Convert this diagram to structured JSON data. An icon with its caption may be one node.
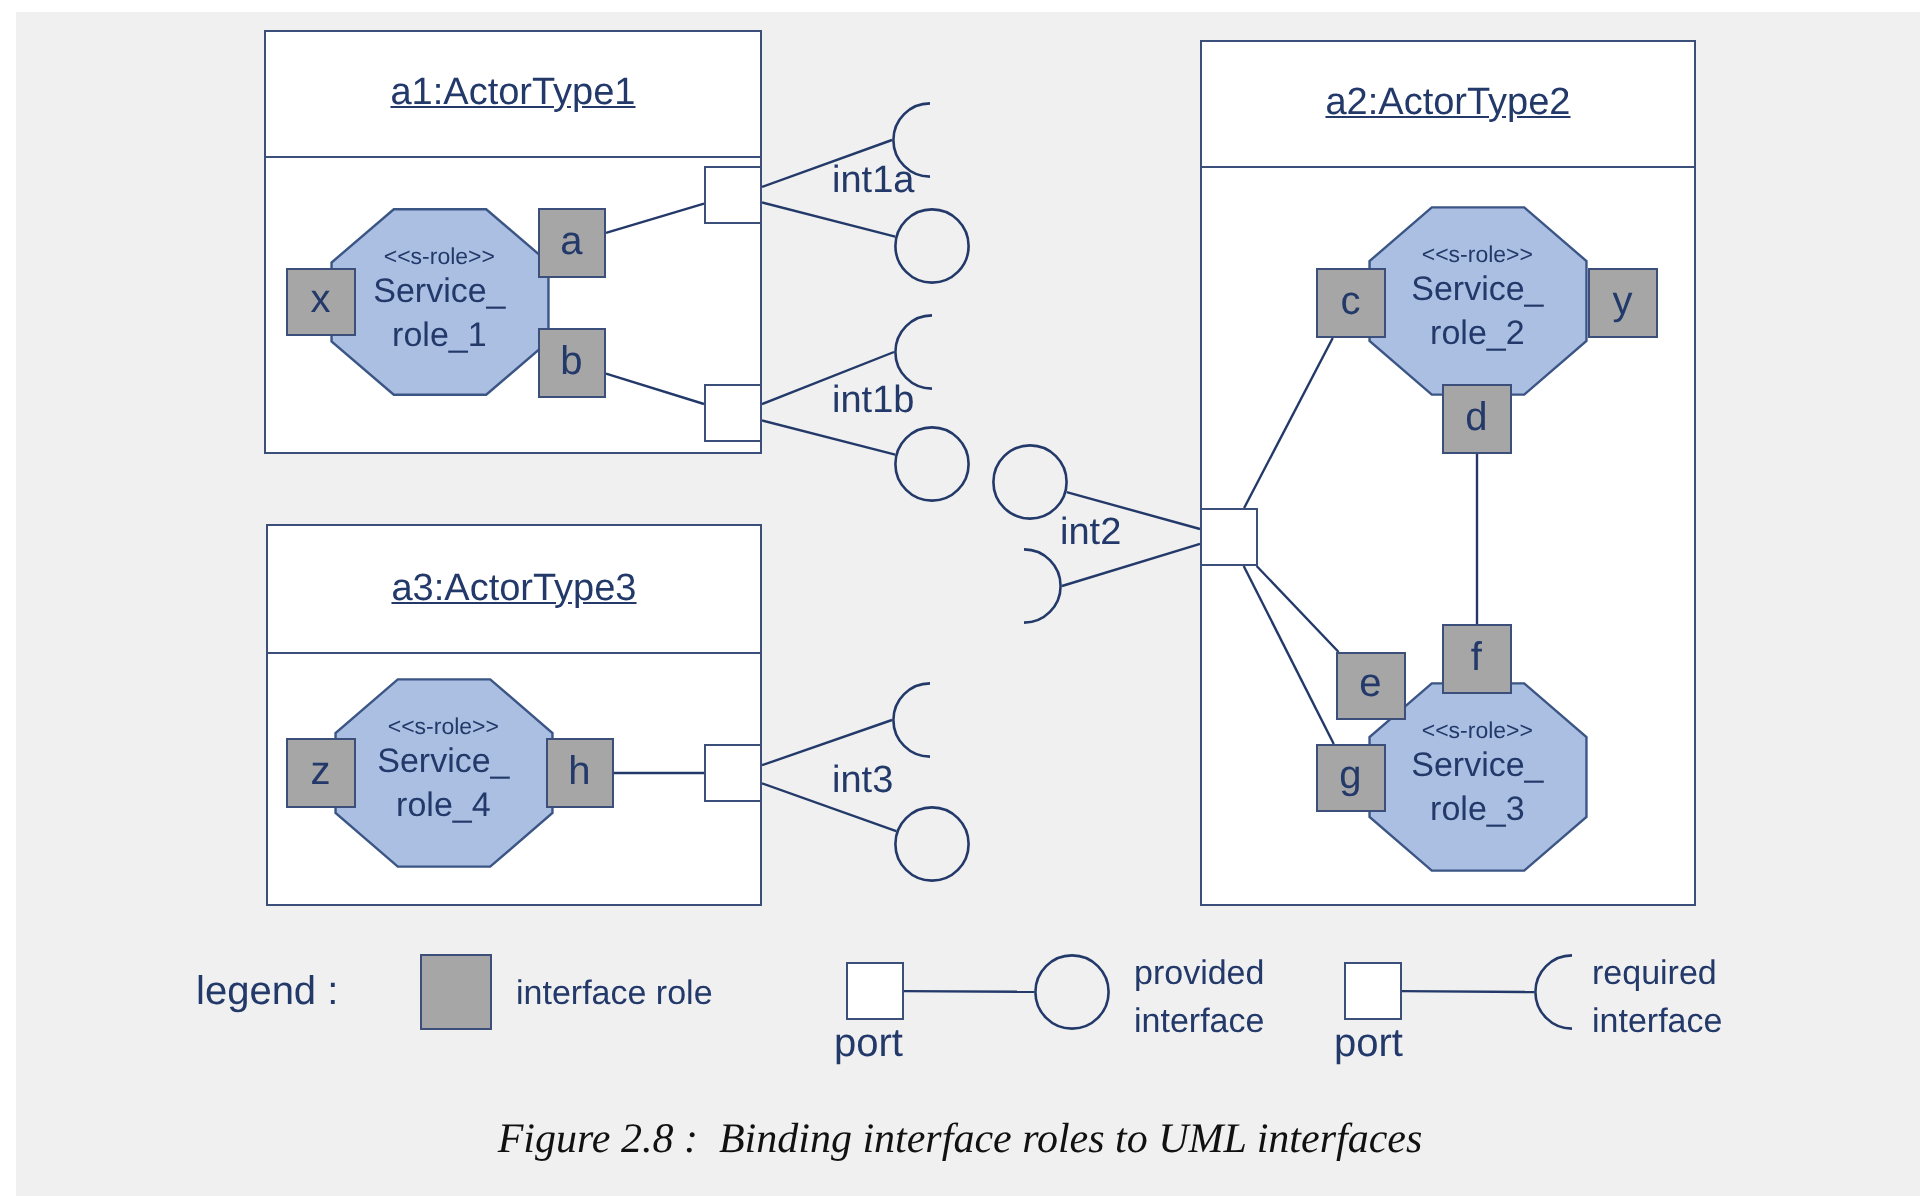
{
  "diagram": {
    "caption": "Figure 2.8 :  Binding interface roles to UML interfaces",
    "nodes": [
      {
        "text": [
          "a1:ActorType1"
        ]
      },
      {
        "text": [
          "<<s-role>>",
          "Service_ role_1"
        ],
        "in": 0
      },
      {
        "text": [
          "x"
        ],
        "in": 0
      },
      {
        "text": [
          "a"
        ],
        "in": 0
      },
      {
        "text": [
          "b"
        ],
        "in": 0
      },
      {
        "text": [],
        "shape": "box",
        "in": 0
      },
      {
        "text": [],
        "shape": "box",
        "in": 0
      },
      {
        "text": [],
        "shape": "arc"
      },
      {
        "text": [],
        "shape": "circle"
      },
      {
        "text": [],
        "shape": "arc"
      },
      {
        "text": [],
        "shape": "circle"
      },
      {
        "text": [
          "a3:ActorType3"
        ]
      },
      {
        "text": [
          "<<s-role>>",
          "Service_ role_4"
        ],
        "in": 11
      },
      {
        "text": [
          "z"
        ],
        "in": 11
      },
      {
        "text": [
          "h"
        ],
        "in": 11
      },
      {
        "text": [],
        "shape": "box",
        "in": 11
      },
      {
        "text": [],
        "shape": "arc"
      },
      {
        "text": [],
        "shape": "circle"
      },
      {
        "text": [
          "a2:ActorType2"
        ]
      },
      {
        "text": [
          "<<s-role>>",
          "Service_ role_2"
        ],
        "in": 18
      },
      {
        "text": [
          "c"
        ],
        "in": 18
      },
      {
        "text": [
          "y"
        ],
        "in": 18
      },
      {
        "text": [
          "d"
        ],
        "in": 18
      },
      {
        "text": [
          "<<s-role>>",
          "Service_ role_3"
        ],
        "in": 18
      },
      {
        "text": [
          "e"
        ],
        "in": 18
      },
      {
        "text": [
          "f"
        ],
        "in": 18
      },
      {
        "text": [
          "g"
        ],
        "in": 18
      },
      {
        "text": [],
        "shape": "box",
        "in": 18
      },
      {
        "text": [],
        "shape": "circle"
      },
      {
        "text": [],
        "shape": "arc"
      },
      {
        "text": [],
        "shape": "box"
      },
      {
        "text": [],
        "shape": "circle"
      },
      {
        "text": [],
        "shape": "box"
      },
      {
        "text": [],
        "shape": "arc"
      }
    ],
    "edges": [
      {
        "from": 3,
        "to": 5,
        "arrow": "none"
      },
      {
        "from": 4,
        "to": 6,
        "arrow": "none"
      },
      {
        "from": 5,
        "to": 7,
        "arrow": "none"
      },
      {
        "from": 5,
        "to": 8,
        "arrow": "none"
      },
      {
        "from": 6,
        "to": 9,
        "arrow": "none"
      },
      {
        "from": 6,
        "to": 10,
        "arrow": "none"
      },
      {
        "from": 14,
        "to": 15,
        "arrow": "none"
      },
      {
        "from": 15,
        "to": 16,
        "arrow": "none"
      },
      {
        "from": 15,
        "to": 17,
        "arrow": "none"
      },
      {
        "from": 27,
        "to": 28,
        "arrow": "none"
      },
      {
        "from": 27,
        "to": 29,
        "arrow": "none"
      },
      {
        "from": 27,
        "to": 20,
        "arrow": "none"
      },
      {
        "from": 27,
        "to": 24,
        "arrow": "none"
      },
      {
        "from": 27,
        "to": 26,
        "arrow": "none"
      },
      {
        "from": 22,
        "to": 25,
        "arrow": "none"
      },
      {
        "from": 30,
        "to": 31,
        "arrow": "none"
      },
      {
        "from": 32,
        "to": 33,
        "arrow": "none"
      }
    ],
    "labels": [
      "int1a",
      "int1b",
      "int2",
      "int3",
      "legend :"
    ],
    "legend": [
      {
        "text": "interface role",
        "color": "#a6a6a6"
      },
      {
        "text": "port"
      },
      {
        "text": "provided interface"
      },
      {
        "text": "port"
      },
      {
        "text": "required interface"
      }
    ]
  }
}
